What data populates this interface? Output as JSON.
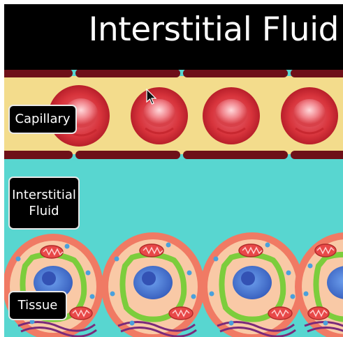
{
  "title": "Interstitial Fluid",
  "labels": {
    "capillary": "Capillary",
    "interstitial_fluid": "Interstitial\nFluid",
    "tissue": "Tissue"
  },
  "colors": {
    "title_background": "#000000",
    "interstitial_fluid": "#58d6d0",
    "capillary_plasma": "#f3dc8c",
    "capillary_wall": "#6e1018",
    "red_blood_cell": "#d8343c",
    "cell_membrane": "#f07a64",
    "cytoplasm": "#f9c9a6",
    "nucleus": "#4a7bd6",
    "endoplasmic_reticulum": "#7ccd3c",
    "mitochondria": "#e84848",
    "vesicle": "#4aa0dc"
  },
  "icons": {
    "cursor": "cursor-arrow-icon"
  }
}
